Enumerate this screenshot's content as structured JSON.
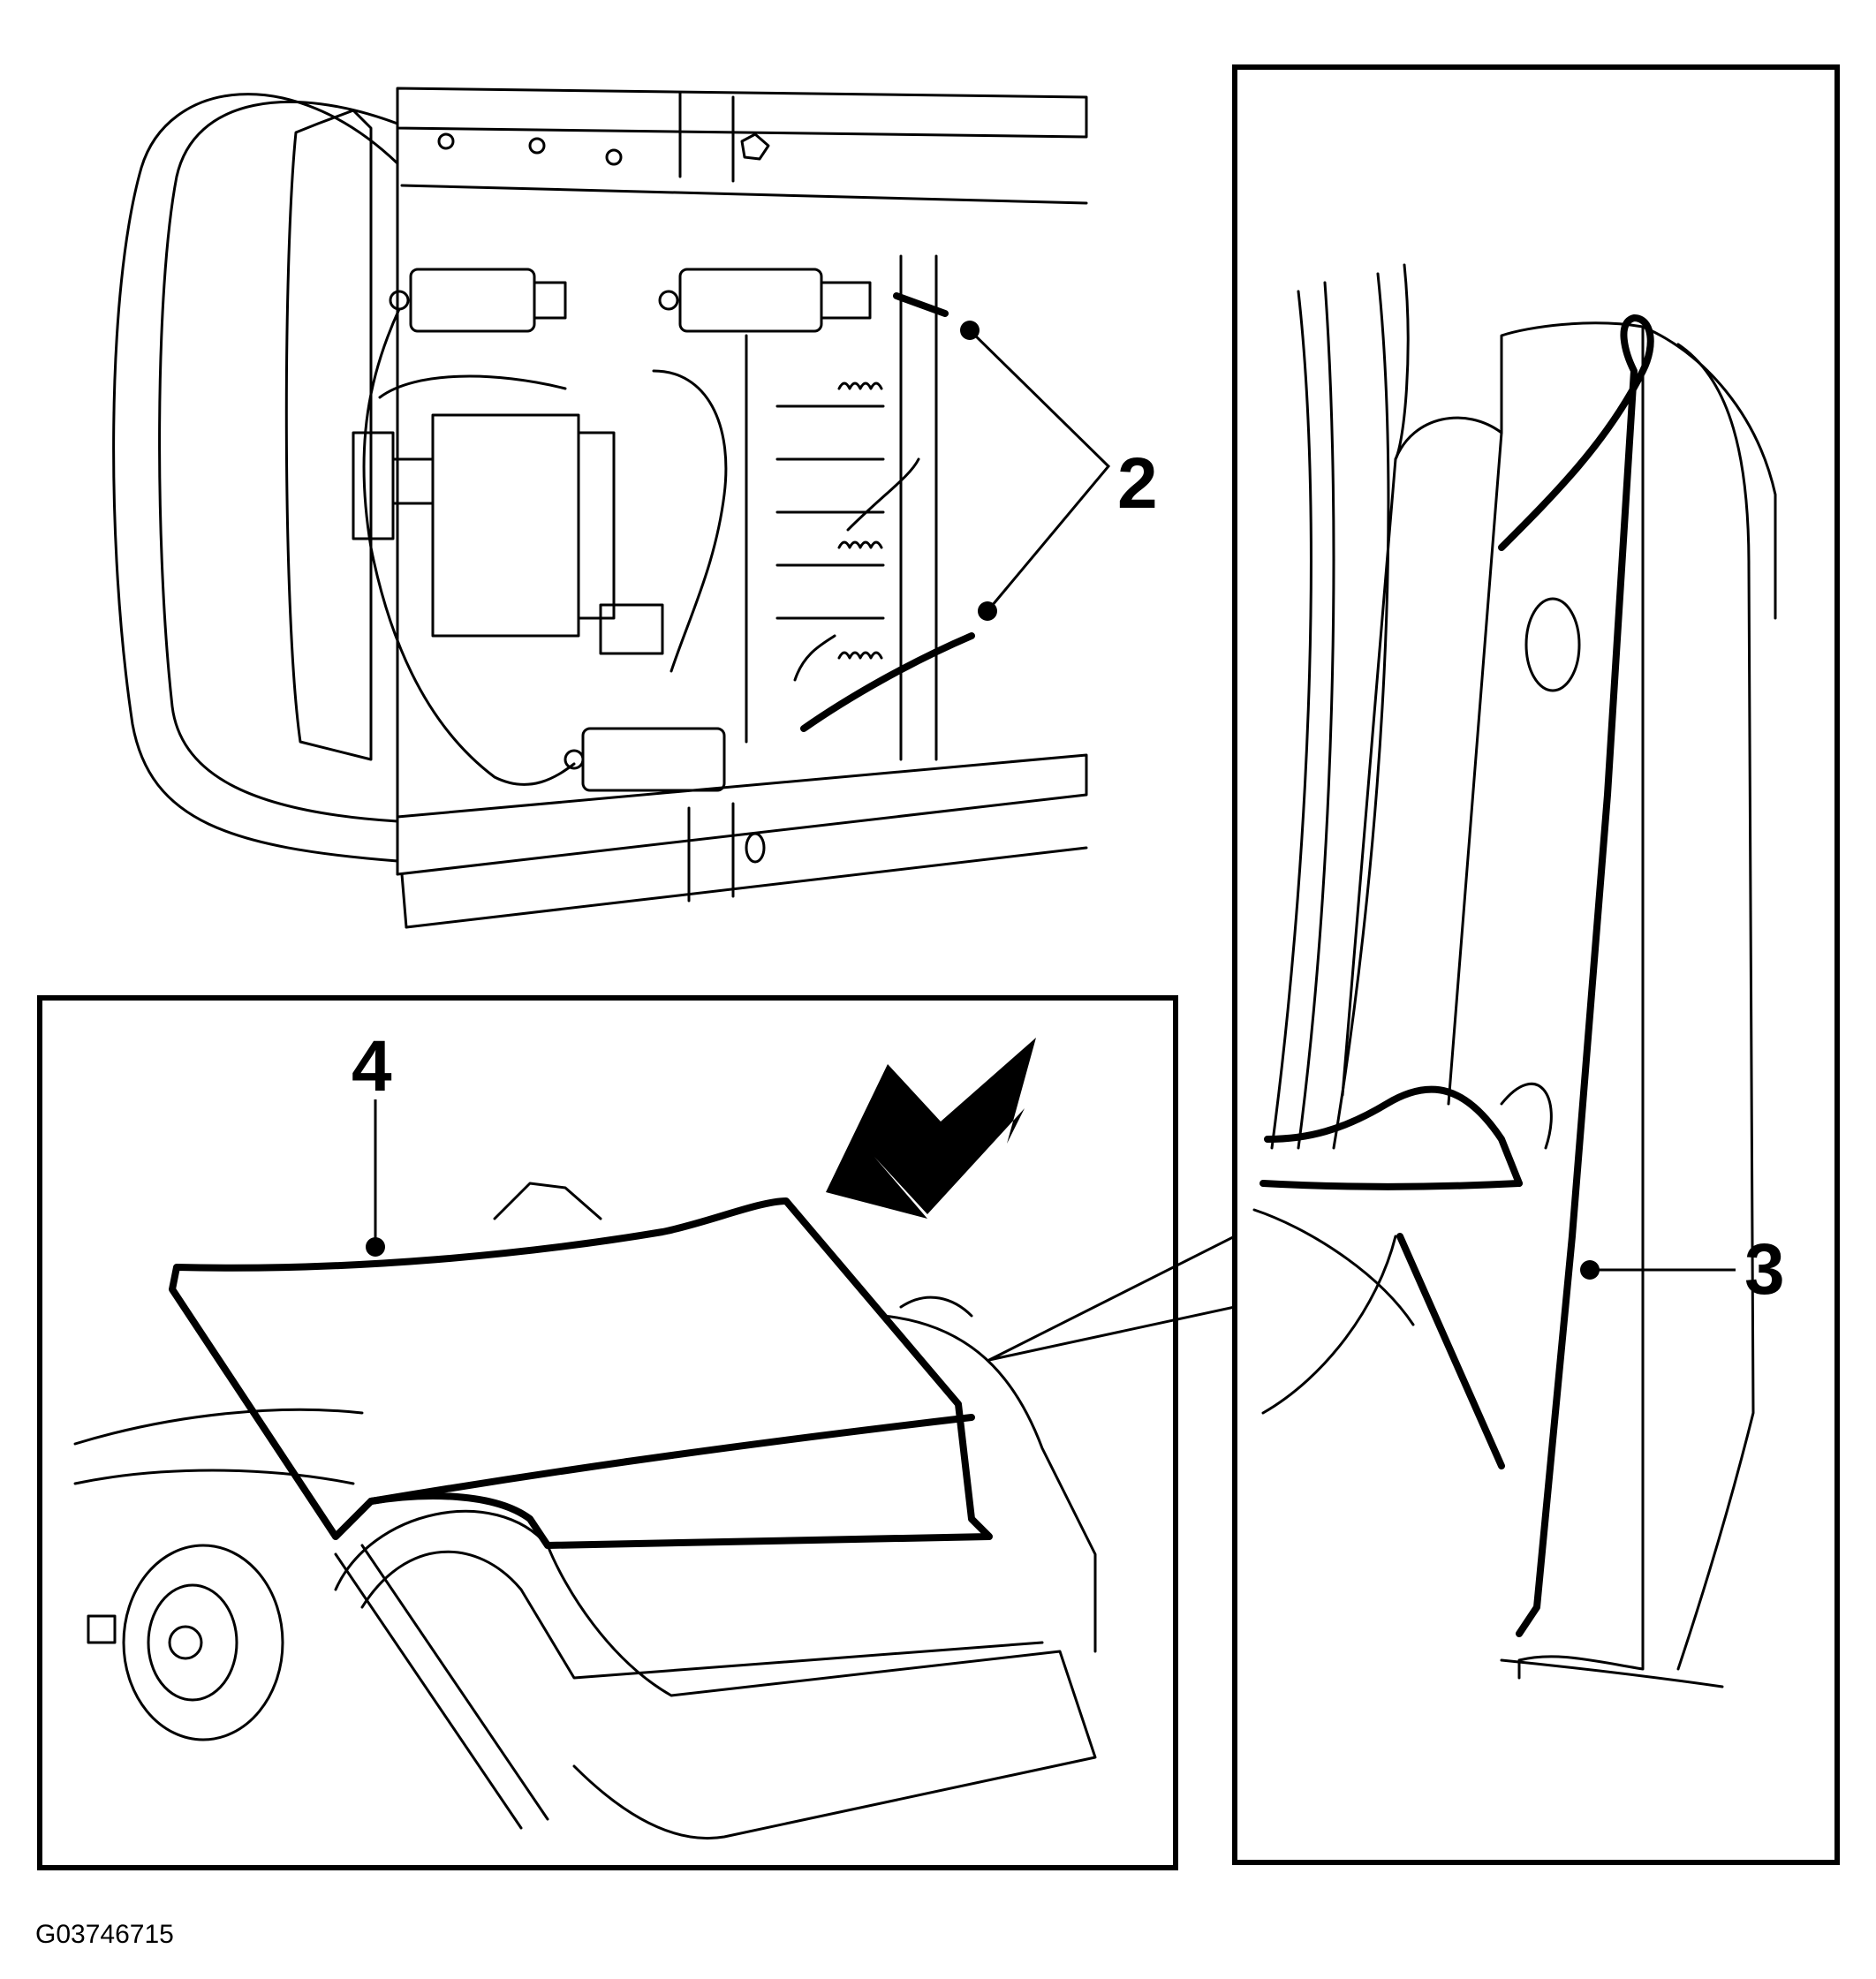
{
  "figure_id": "G03746715",
  "callouts": [
    {
      "id": "callout-2",
      "label": "2"
    },
    {
      "id": "callout-3",
      "label": "3"
    },
    {
      "id": "callout-4",
      "label": "4"
    }
  ],
  "panels": [
    {
      "name": "seat-underside-view"
    },
    {
      "name": "detail-view-right"
    },
    {
      "name": "detail-view-bottom"
    }
  ],
  "icons": {
    "arrow": "direction-arrow-icon"
  },
  "colors": {
    "line": "#000000",
    "background": "#ffffff"
  }
}
